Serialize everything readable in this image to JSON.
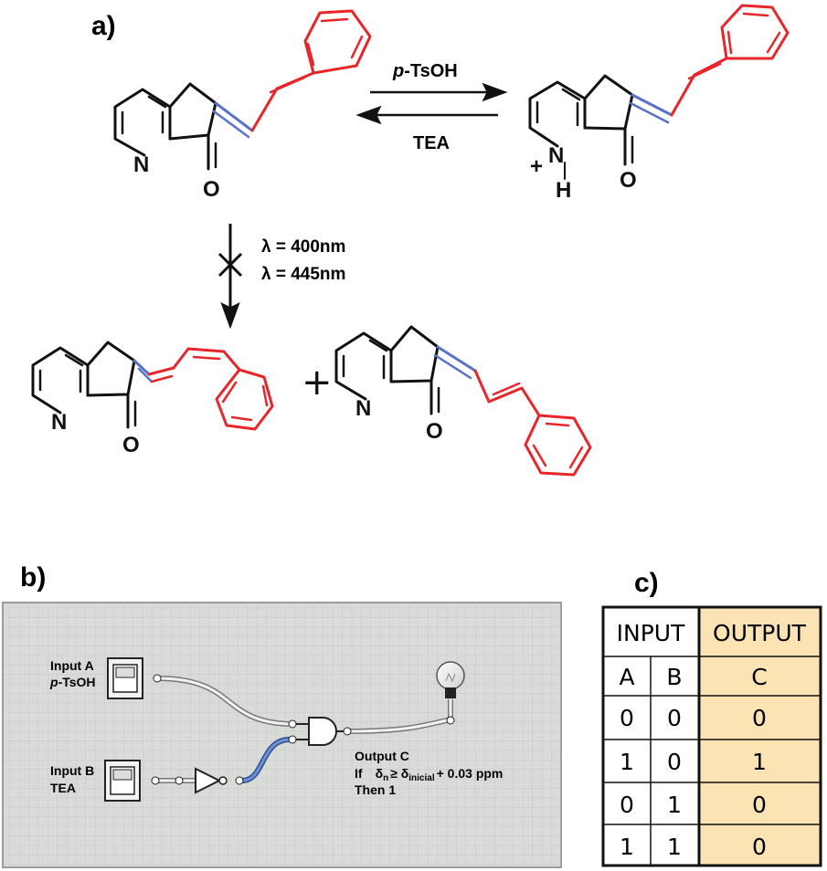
{
  "labels": {
    "a": "a)",
    "b": "b)",
    "c": "c)"
  },
  "reaction": {
    "acid_prefix": "p",
    "acid_suffix": "-TsOH",
    "base": "TEA",
    "wavelength_1": "λ = 400nm",
    "wavelength_2": "λ = 445nm",
    "plus": "+"
  },
  "molecule_atoms": {
    "nitrogen": "N",
    "oxygen": "O",
    "hydrogen": "H",
    "charge": "+"
  },
  "circuit": {
    "input_a_line1": "Input A",
    "input_a_prefix": "p",
    "input_a_suffix": "-TsOH",
    "input_b_line1": "Input B",
    "input_b_line2": "TEA",
    "output_line1": "Output C",
    "output_if": "If",
    "output_delta": "δ",
    "output_sub_n": "n",
    "output_ge": "≥ δ",
    "output_sub_initial": "inicial",
    "output_tail": "+ 0.03 ppm",
    "output_then": "Then 1"
  },
  "truth_table": {
    "header_input": "INPUT",
    "header_output": "OUTPUT",
    "columns": [
      "A",
      "B",
      "C"
    ],
    "rows": [
      [
        "0",
        "0",
        "0"
      ],
      [
        "1",
        "0",
        "1"
      ],
      [
        "0",
        "1",
        "0"
      ],
      [
        "1",
        "1",
        "0"
      ]
    ]
  },
  "colors": {
    "cis_trans_red": "#e8262a",
    "double_bond_blue": "#5872c9",
    "output_fill": "#fbe3b3",
    "circuit_bg": "#d9dbd9"
  }
}
